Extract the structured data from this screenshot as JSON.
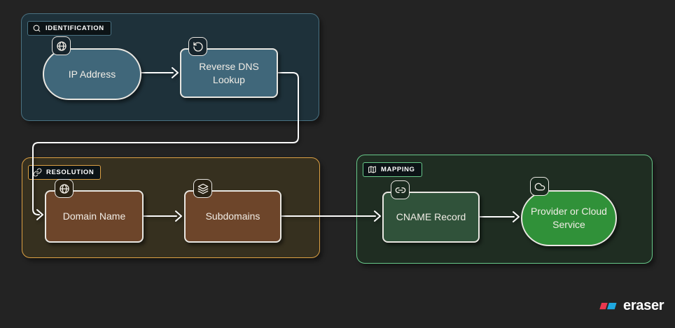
{
  "diagram": {
    "groups": [
      {
        "label": "IDENTIFICATION",
        "icon": "search-icon",
        "accent": "#4a7282",
        "bg": "#1e313a"
      },
      {
        "label": "RESOLUTION",
        "icon": "chain-link-icon",
        "accent": "#dda144",
        "bg": "#36301f"
      },
      {
        "label": "MAPPING",
        "icon": "map-icon",
        "accent": "#68c98a",
        "bg": "#1f2d22"
      }
    ],
    "nodes": [
      {
        "label": "IP Address",
        "icon": "globe-icon",
        "shape": "stadium",
        "fill": "#40677a",
        "group": "IDENTIFICATION"
      },
      {
        "label": "Reverse DNS Lookup",
        "icon": "rotate-ccw-icon",
        "shape": "rectangle",
        "fill": "#40677a",
        "group": "IDENTIFICATION"
      },
      {
        "label": "Domain Name",
        "icon": "globe-icon",
        "shape": "rectangle",
        "fill": "#6d452a",
        "group": "RESOLUTION"
      },
      {
        "label": "Subdomains",
        "icon": "layers-icon",
        "shape": "rectangle",
        "fill": "#6d452a",
        "group": "RESOLUTION"
      },
      {
        "label": "CNAME Record",
        "icon": "link-icon",
        "shape": "rectangle",
        "fill": "#30523a",
        "group": "MAPPING"
      },
      {
        "label": "Provider or Cloud Service",
        "icon": "cloud-icon",
        "shape": "stadium",
        "fill": "#309139",
        "group": "MAPPING"
      }
    ],
    "edges": [
      {
        "from": "IP Address",
        "to": "Reverse DNS Lookup"
      },
      {
        "from": "Reverse DNS Lookup",
        "to": "Domain Name"
      },
      {
        "from": "Domain Name",
        "to": "Subdomains"
      },
      {
        "from": "Subdomains",
        "to": "CNAME Record"
      },
      {
        "from": "CNAME Record",
        "to": "Provider or Cloud Service"
      }
    ],
    "edge_color": "#fbfbfb",
    "node_border_color": "#e9e7e2",
    "canvas_bg": "#232323"
  },
  "watermark": {
    "brand": "eraser",
    "mark_red": "#e8384f",
    "mark_blue": "#1fa8e0"
  }
}
